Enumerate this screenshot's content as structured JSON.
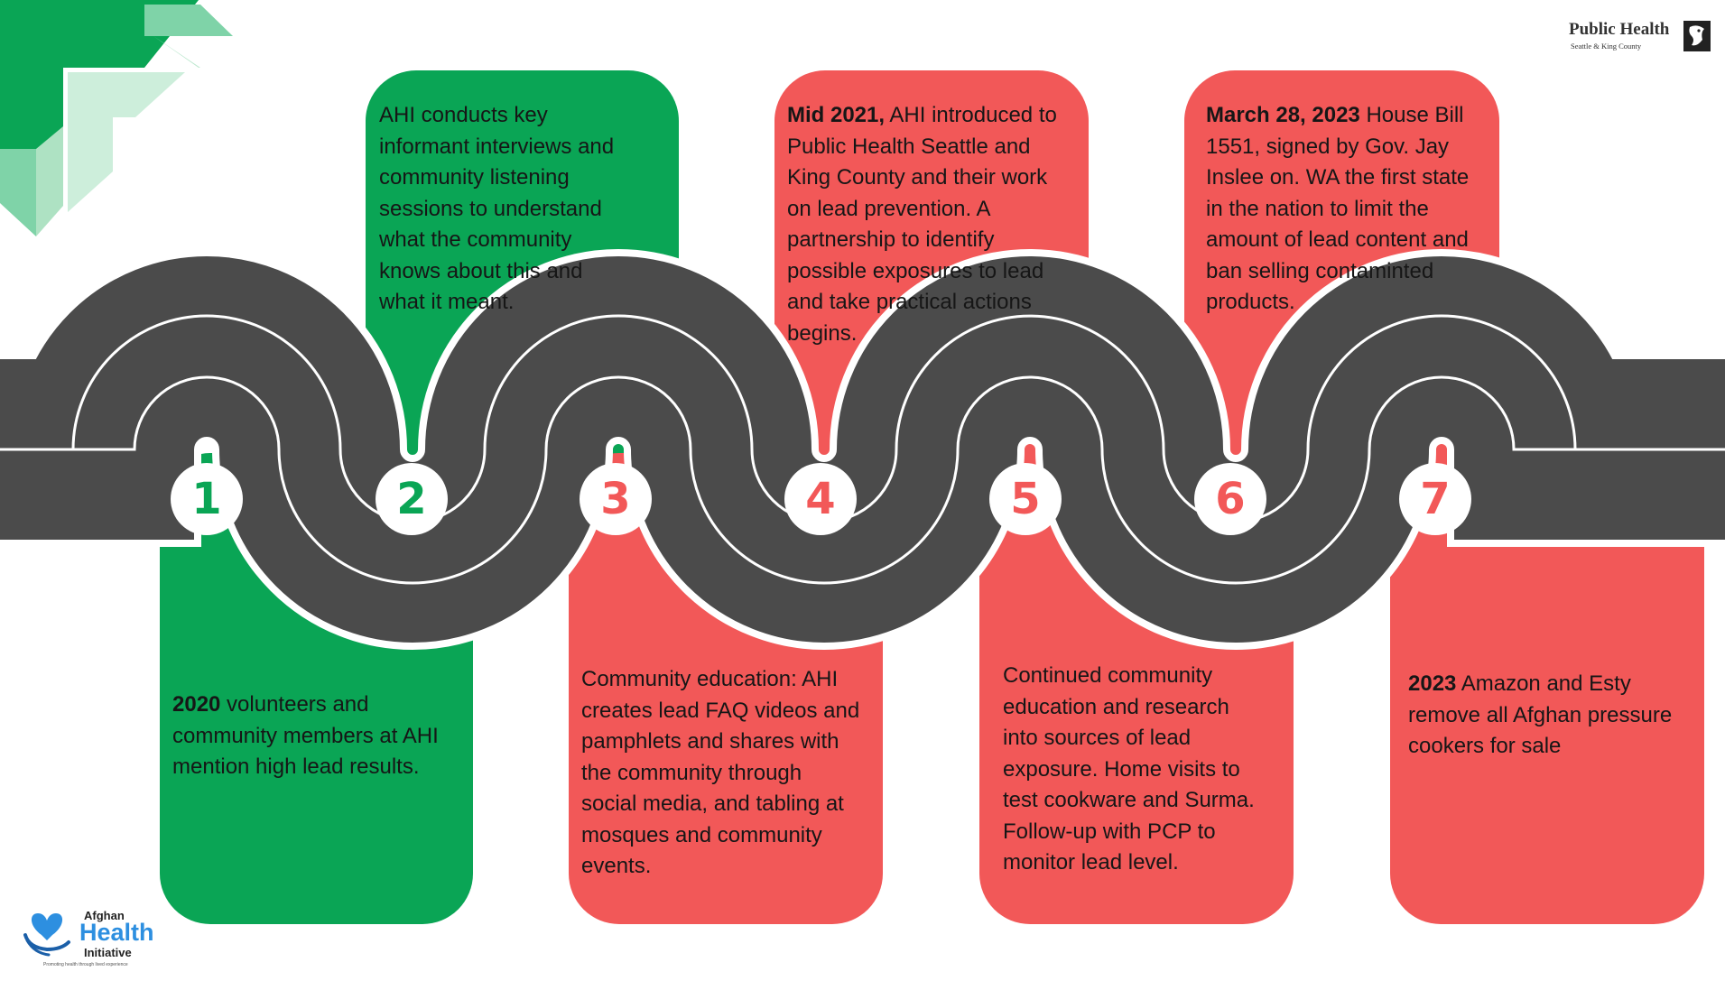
{
  "colors": {
    "green": "#0aa555",
    "red": "#f25858",
    "road": "#4b4b4b",
    "lane": "#ffffff"
  },
  "logos": {
    "public_health": {
      "name": "Public Health",
      "sub": "Seattle & King County",
      "icon": "king-county-emblem-icon"
    },
    "afghan_health_initiative": {
      "line1": "Afghan",
      "line2": "Health",
      "line3": "Initiative",
      "tagline": "Promoting health through lived experience",
      "icon": "heart-hands-icon"
    }
  },
  "steps": [
    {
      "number": "1",
      "color": "green",
      "lines": [
        {
          "bold": "2020",
          "text": " volunteers and"
        },
        {
          "text": "community members at AHI"
        },
        {
          "text": "mention high lead results."
        }
      ]
    },
    {
      "number": "2",
      "color": "green",
      "lines": [
        {
          "text": "AHI conducts key"
        },
        {
          "text": "informant interviews and"
        },
        {
          "text": "community listening"
        },
        {
          "text": "sessions to understand"
        },
        {
          "text": "what the community"
        },
        {
          "text": "knows about this and"
        },
        {
          "text": "what it meant."
        }
      ]
    },
    {
      "number": "3",
      "color": "red",
      "lines": [
        {
          "text": "Community education: AHI"
        },
        {
          "text": "creates lead FAQ videos and"
        },
        {
          "text": "pamphlets and shares with"
        },
        {
          "text": "the community through"
        },
        {
          "text": "social media, and tabling at"
        },
        {
          "text": "mosques and community"
        },
        {
          "text": "events."
        }
      ]
    },
    {
      "number": "4",
      "color": "red",
      "lines": [
        {
          "bold": "Mid 2021,",
          "text": " AHI introduced to"
        },
        {
          "text": "Public Health Seattle and"
        },
        {
          "text": "King County and their work"
        },
        {
          "text": "on lead prevention. A"
        },
        {
          "text": "partnership to identify"
        },
        {
          "text": "possible exposures to lead"
        },
        {
          "text": "and take practical actions"
        },
        {
          "text": "begins."
        }
      ]
    },
    {
      "number": "5",
      "color": "red",
      "lines": [
        {
          "text": "Continued community"
        },
        {
          "text": "education and research"
        },
        {
          "text": "into sources of lead"
        },
        {
          "text": "exposure.  Home visits to"
        },
        {
          "text": "test cookware and Surma."
        },
        {
          "text": "Follow-up with PCP to"
        },
        {
          "text": "monitor lead level."
        }
      ]
    },
    {
      "number": "6",
      "color": "red",
      "lines": [
        {
          "bold": "March 28, 2023",
          "text": " House Bill"
        },
        {
          "text": "1551, signed by Gov. Jay"
        },
        {
          "text": "Inslee on. WA the first state"
        },
        {
          "text": "in the nation to limit the"
        },
        {
          "text": "amount of lead content and"
        },
        {
          "text": "ban selling contaminted"
        },
        {
          "text": "products."
        }
      ]
    },
    {
      "number": "7",
      "color": "red",
      "lines": [
        {
          "bold": "2023",
          "text": " Amazon and Esty"
        },
        {
          "text": "remove all Afghan pressure"
        },
        {
          "text": "cookers for sale"
        }
      ]
    }
  ]
}
